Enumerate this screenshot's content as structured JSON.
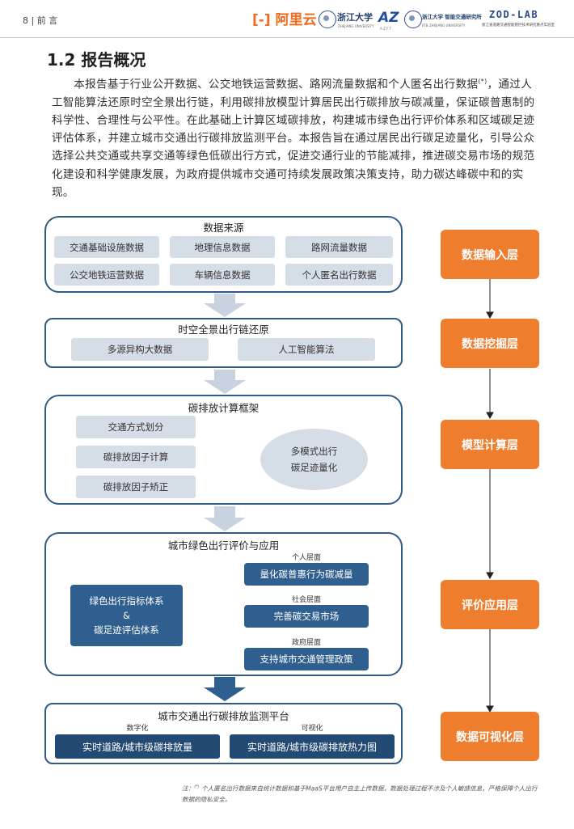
{
  "header": {
    "page_number": "8",
    "separator": "|",
    "section": "前 言",
    "logo_aliyun": "阿里云",
    "logo_zju": "浙江大学",
    "logo_zju_sub": "ZHEJIANG UNIVERSITY",
    "logo_az": "AZ",
    "logo_az_sub": "A Z F T",
    "logo_iitb": "浙江大学 智能交通研究所",
    "logo_iitb_sub": "IITB   ZHEJIANG UNIVERSITY",
    "logo_zod": "ZOD-LAB",
    "logo_zod_sub": "浙江省道路交通智能管控技术研究重点实验室"
  },
  "section_title": "1.2 报告概况",
  "paragraph": {
    "part1": "本报告基于行业公开数据、公交地铁运营数据、路网流量数据和个人匿名出行数据",
    "sup": "(*)",
    "part2": "，通过人工智能算法还原时空全景出行链，利用碳排放模型计算居民出行碳排放与碳减量，保证碳普惠制的科学性、合理性与公平性。在此基础上计算区域碳排放，构建城市绿色出行评价体系和区域碳足迹评估体系，并建立城市交通出行碳排放监测平台。本报告旨在通过居民出行碳足迹量化，引导公众选择公共交通或共享交通等绿色低碳出行方式，促进交通行业的节能减排，推进碳交易市场的规范化建设和科学健康发展，为政府提供城市交通可持续发展政策决策支持，助力碳达峰碳中和的实现。"
  },
  "diagram": {
    "data_source": {
      "title": "数据来源",
      "items": [
        "交通基础设施数据",
        "地理信息数据",
        "路网流量数据",
        "公交地铁运营数据",
        "车辆信息数据",
        "个人匿名出行数据"
      ]
    },
    "trip_chain": {
      "title": "时空全景出行链还原",
      "items": [
        "多源异构大数据",
        "人工智能算法"
      ]
    },
    "carbon_calc": {
      "title": "碳排放计算框架",
      "items": [
        "交通方式划分",
        "碳排放因子计算",
        "碳排放因子矫正"
      ],
      "ellipse_line1": "多模式出行",
      "ellipse_line2": "碳足迹量化"
    },
    "evaluation": {
      "title": "城市绿色出行评价与应用",
      "left_line1": "绿色出行指标体系",
      "left_line2": "&",
      "left_line3": "碳足迹评估体系",
      "levels": [
        {
          "label": "个人层面",
          "text": "量化碳普惠行为碳减量"
        },
        {
          "label": "社会层面",
          "text": "完善碳交易市场"
        },
        {
          "label": "政府层面",
          "text": "支持城市交通管理政策"
        }
      ]
    },
    "platform": {
      "title": "城市交通出行碳排放监测平台",
      "items": [
        {
          "label": "数字化",
          "text": "实时道路/城市级碳排放量"
        },
        {
          "label": "可视化",
          "text": "实时道路/城市级碳排放热力图"
        }
      ]
    },
    "layers": [
      "数据输入层",
      "数据挖掘层",
      "模型计算层",
      "评价应用层",
      "数据可视化层"
    ],
    "colors": {
      "orange": "#ef7d2e",
      "panel_border": "#2f5a86",
      "gray": "#d5dde6",
      "navy": "#234a73",
      "arrow": "#c8d3df"
    }
  },
  "footnote": {
    "prefix": "注：",
    "sup": "(*)",
    "text": " 个人匿名出行数据来自统计数据和基于MaaS平台用户自主上传数据，数据处理过程不涉及个人敏感信息，严格保障个人出行数据的隐私安全。"
  }
}
